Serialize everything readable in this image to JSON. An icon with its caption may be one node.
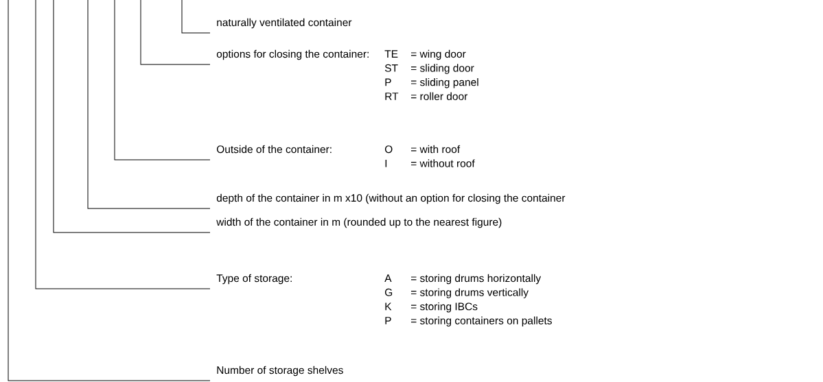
{
  "diagram": {
    "nodes": [
      {
        "text": [
          "naturally ventilated container"
        ]
      },
      {
        "text": [
          "options for closing the container:"
        ],
        "beside": [
          "TE",
          "= wing door",
          "ST",
          "= sliding door",
          "P",
          "= sliding panel",
          "RT",
          "= roller door"
        ]
      },
      {
        "text": [
          "Outside of the container:"
        ],
        "beside": [
          "O",
          "= with roof",
          "I",
          "= without roof"
        ]
      },
      {
        "text": [
          "depth of the container in m x10 (without an option for closing the container"
        ]
      },
      {
        "text": [
          "width of the container in m (rounded up to the nearest figure)"
        ]
      },
      {
        "text": [
          "Type of storage:"
        ],
        "beside": [
          "A",
          "= storing drums horizontally",
          "G",
          "= storing drums vertically",
          "K",
          "= storing IBCs",
          "P",
          "= storing containers on pallets"
        ]
      },
      {
        "text": [
          "Number of storage shelves"
        ]
      }
    ],
    "edges": [
      {
        "from": 0,
        "to": null,
        "arrow": "none"
      },
      {
        "from": 1,
        "to": null,
        "arrow": "none"
      },
      {
        "from": 2,
        "to": null,
        "arrow": "none"
      },
      {
        "from": 3,
        "to": null,
        "arrow": "none"
      },
      {
        "from": 4,
        "to": null,
        "arrow": "none"
      },
      {
        "from": 5,
        "to": null,
        "arrow": "none"
      },
      {
        "from": 6,
        "to": null,
        "arrow": "none"
      }
    ]
  }
}
